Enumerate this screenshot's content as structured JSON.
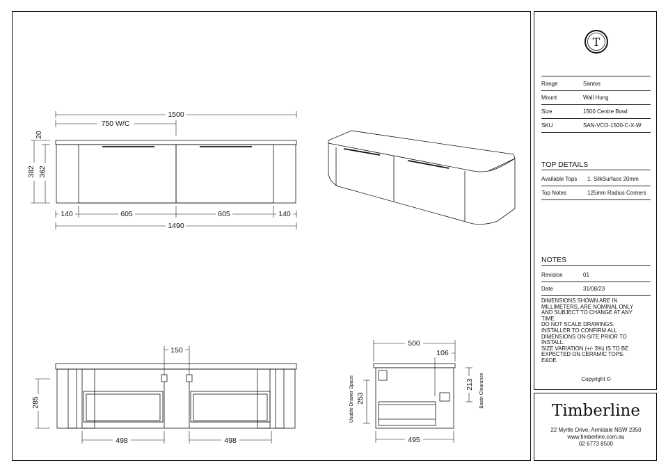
{
  "drawing": {
    "front_view": {
      "overall_width": "1500",
      "wc_width": "750 W/C",
      "top_thickness": "20",
      "overall_height": "382",
      "body_height": "362",
      "side_left": "140",
      "drawer_left": "605",
      "drawer_right": "605",
      "side_right": "140",
      "body_width": "1490"
    },
    "section_view": {
      "gap": "150",
      "height": "285",
      "drawer_left": "498",
      "drawer_right": "498"
    },
    "side_view": {
      "depth": "500",
      "setback": "106",
      "basin_clearance": "213",
      "basin_clearance_label": "Basin Clearance",
      "usable_drawer": "253",
      "usable_drawer_label": "Usable Drawer Space",
      "body_depth": "495"
    }
  },
  "title_block": {
    "logo_letter": "T",
    "specs": [
      {
        "label": "Range",
        "value": "Santos"
      },
      {
        "label": "Mount",
        "value": "Wall Hung"
      },
      {
        "label": "Size",
        "value": "1500 Centre Bowl"
      },
      {
        "label": "SKU",
        "value": "SAN-VCO-1500-C-X-W"
      }
    ],
    "top_details_heading": "TOP DETAILS",
    "top_details": [
      {
        "label": "Available Tops",
        "value": "1. SilkSurface 20mm"
      },
      {
        "label": "Top Notes",
        "value": "125mm Radius Corners"
      }
    ],
    "notes_heading": "NOTES",
    "notes": [
      {
        "label": "Revision",
        "value": "01"
      },
      {
        "label": "Date",
        "value": "31/08/23"
      }
    ],
    "disclaimer": "DIMENSIONS SHOWN ARE IN\nMILLIMETERS, ARE NOMINAL ONLY\nAND SUBJECT TO CHANGE AT ANY\nTIME.\nDO NOT SCALE DRAWINGS.\nINSTALLER TO CONFIRM ALL\nDIMENSIONS ON-SITE PRIOR TO\nINSTALL.\nSIZE VARIATION (+/- 3%) IS TO BE\nEXPECTED ON CERAMIC TOPS.\nE&OE.",
    "copyright": "Copyright  ©"
  },
  "brand": {
    "name": "Timberline",
    "address": "22 Myrtle Drive, Armidale NSW 2350",
    "website": "www.timberline.com.au",
    "phone": "02 6773 8500"
  }
}
